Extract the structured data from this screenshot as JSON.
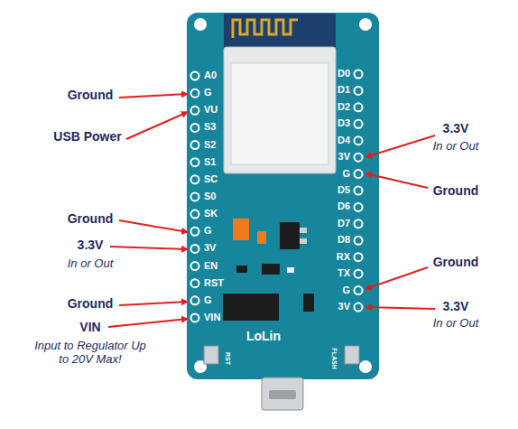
{
  "diagram": {
    "labels": [
      "A0",
      "G",
      "VU",
      "S3",
      "S2",
      "S1",
      "SC",
      "S0",
      "SK",
      "G",
      "3V",
      "EN",
      "RST",
      "G",
      "VIN",
      "D0",
      "D1",
      "D2",
      "D3",
      "D4",
      "3V",
      "G",
      "D5",
      "D6",
      "D7",
      "D8",
      "RX",
      "TX",
      "G",
      "3V",
      "Ground",
      "USB Power",
      "Ground",
      "3.3V",
      "In or Out",
      "Ground",
      "VIN",
      "Input to Regulator Up to 20V Max!",
      "3.3V",
      "In or Out",
      "Ground",
      "Ground",
      "3.3V",
      "In or Out",
      "LoLin",
      "RST",
      "FLASH"
    ]
  }
}
